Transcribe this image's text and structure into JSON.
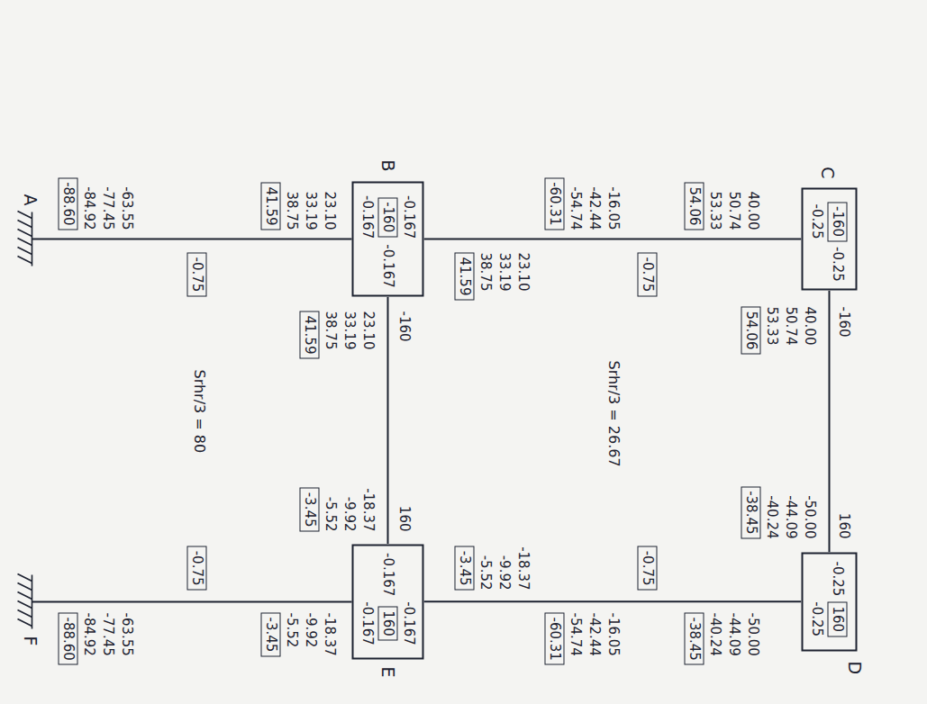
{
  "diagram": {
    "nodes": [
      {
        "text": [
          "-0.25",
          "-0.25"
        ]
      },
      {
        "text": [
          "-160"
        ],
        "in": 0
      },
      {
        "text": [
          "-0.25",
          "-0.25"
        ]
      },
      {
        "text": [
          "160"
        ],
        "in": 2
      },
      {
        "text": [
          "-0.167",
          "-0.167",
          "-0.167"
        ]
      },
      {
        "text": [
          "-160"
        ],
        "in": 4
      },
      {
        "text": [
          "-0.167",
          "-0.167",
          "-0.167"
        ]
      },
      {
        "text": [
          "160"
        ],
        "in": 6
      },
      {
        "text": [
          "54.06"
        ]
      },
      {
        "text": [
          "54.06"
        ]
      },
      {
        "text": [
          "-38.45"
        ]
      },
      {
        "text": [
          "-38.45"
        ]
      },
      {
        "text": [
          "-0.75"
        ]
      },
      {
        "text": [
          "-60.31"
        ]
      },
      {
        "text": [
          "41.59"
        ]
      },
      {
        "text": [
          "41.59"
        ]
      },
      {
        "text": [
          "41.59"
        ]
      },
      {
        "text": [
          "-3.45"
        ]
      },
      {
        "text": [
          "-0.75"
        ]
      },
      {
        "text": [
          "-60.31"
        ]
      },
      {
        "text": [
          "-3.45"
        ]
      },
      {
        "text": [
          "-0.75"
        ]
      },
      {
        "text": [
          "-88.60"
        ]
      },
      {
        "text": [
          "-3.45"
        ]
      },
      {
        "text": [
          "-0.75"
        ]
      },
      {
        "text": [
          "-88.60"
        ]
      }
    ],
    "edges": [
      {
        "from": 0,
        "to": 2,
        "arrow": "none"
      },
      {
        "from": 4,
        "to": 0,
        "arrow": "none"
      },
      {
        "from": 4,
        "to": 6,
        "arrow": "none"
      },
      {
        "from": 6,
        "to": 2,
        "arrow": "none"
      }
    ],
    "labels": [
      "C",
      "D",
      "B",
      "E",
      "A",
      "F",
      "-160",
      "160",
      "-160",
      "160",
      "Srhr/3 = 26.67",
      "Srhr/3 = 80",
      "40.00",
      "50.74",
      "53.33",
      "40.00",
      "50.74",
      "53.33",
      "-50.00",
      "-44.09",
      "-40.24",
      "-50.00",
      "-44.09",
      "-40.24",
      "-16.05",
      "-42.44",
      "-54.74",
      "23.10",
      "33.19",
      "38.75",
      "23.10",
      "33.19",
      "38.75",
      "23.10",
      "33.19",
      "38.75",
      "-18.37",
      "-9.92",
      "-5.52",
      "-16.05",
      "-42.44",
      "-54.74",
      "-18.37",
      "-9.92",
      "-5.52",
      "-18.37",
      "-9.92",
      "-5.52",
      "-63.55",
      "-77.45",
      "-84.92",
      "-63.55",
      "-77.45",
      "-84.92"
    ]
  }
}
